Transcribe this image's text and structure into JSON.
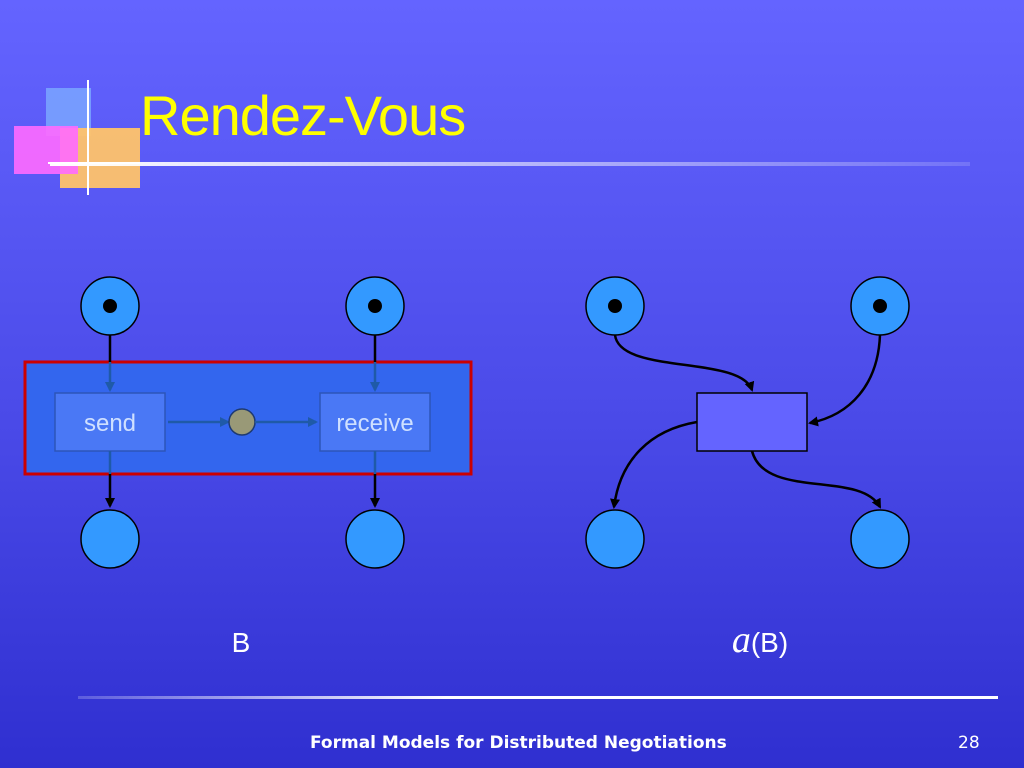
{
  "slide": {
    "title": "Rendez-Vous",
    "footer": "Formal Models for Distributed Negotiations",
    "page_number": "28"
  },
  "diagram_left": {
    "send_label": "send",
    "receive_label": "receive",
    "caption": "B"
  },
  "diagram_right": {
    "caption_symbol": "a",
    "caption_arg": "(B)"
  },
  "colors": {
    "title": "#ffff00",
    "place_fill": "#3399ff",
    "highlight_border": "#cc0000",
    "transition_fill": "#6464ff",
    "channel_place": "#999977"
  }
}
